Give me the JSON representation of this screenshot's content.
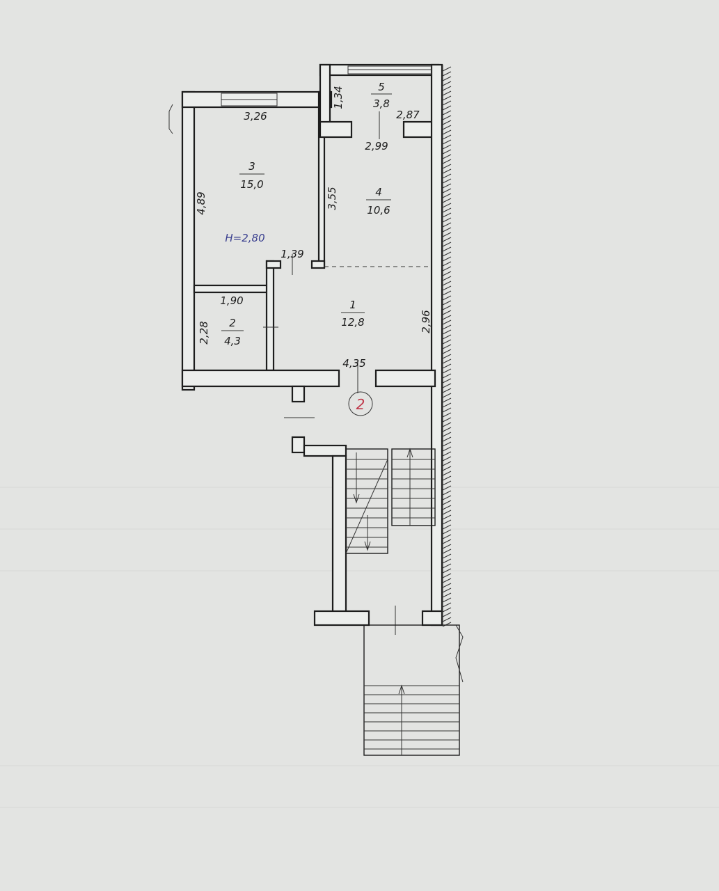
{
  "rooms": [
    {
      "number": "1",
      "area": "12,8"
    },
    {
      "number": "2",
      "area": "4,3"
    },
    {
      "number": "3",
      "area": "15,0"
    },
    {
      "number": "4",
      "area": "10,6"
    },
    {
      "number": "5",
      "area": "3,8"
    }
  ],
  "dimensions": {
    "room3_width": "3,26",
    "room3_length": "4,89",
    "room3_door": "1,39",
    "room2_width": "1,90",
    "room2_length": "2,28",
    "room4_width": "2,99",
    "room4_length": "3,55",
    "room5_width": "2,87",
    "room5_length": "1,34",
    "room1_width": "4,35",
    "room1_length": "2,96"
  },
  "ceiling_height": "H=2,80",
  "stair_marker": "2",
  "colors": {
    "ink": "#1d1d1d",
    "height_label": "#3a3f8f",
    "marker": "#c0394b",
    "paper": "#e3e4e2"
  }
}
